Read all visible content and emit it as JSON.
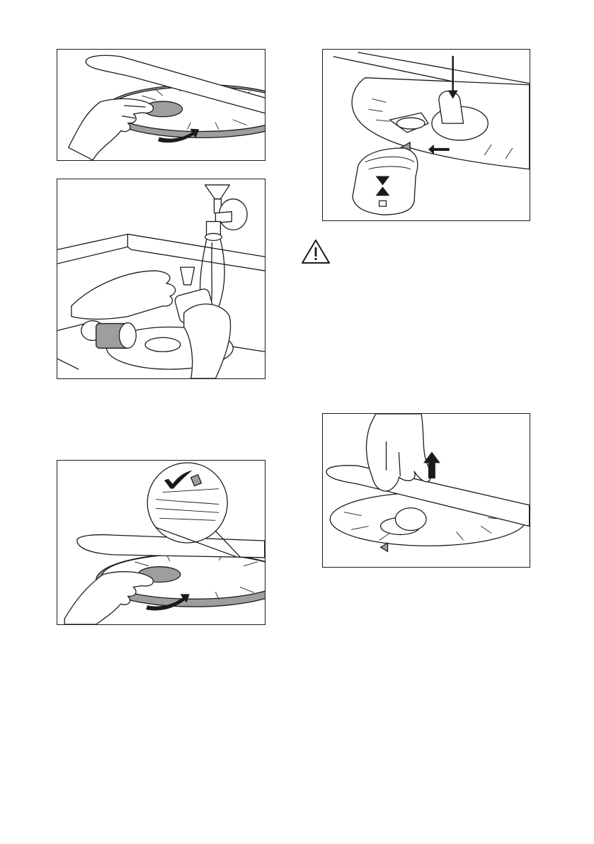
{
  "figures": [
    {
      "id": "fig1",
      "icon": "remove-filter-illustration"
    },
    {
      "id": "fig2",
      "icon": "rinse-filter-illustration"
    },
    {
      "id": "fig3",
      "icon": "refit-filter-illustration"
    },
    {
      "id": "fig4",
      "icon": "lock-filter-illustration"
    },
    {
      "id": "fig5",
      "icon": "refit-spray-arm-illustration"
    }
  ],
  "warning": {
    "icon": "warning-triangle-icon"
  },
  "colors": {
    "line": "#1a1a1a",
    "shade": "#9e9e9e",
    "background": "#ffffff"
  }
}
